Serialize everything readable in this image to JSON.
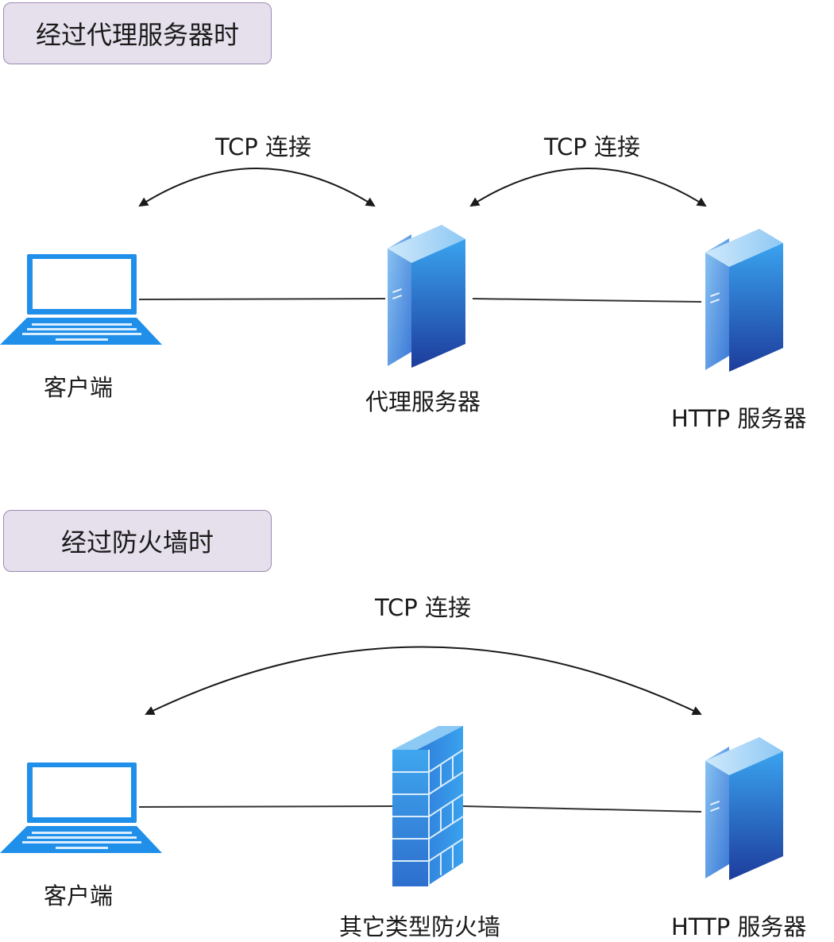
{
  "sections": [
    {
      "title": "经过代理服务器时",
      "connection_labels": [
        "TCP 连接",
        "TCP 连接"
      ],
      "nodes": {
        "client": "客户端",
        "middle": "代理服务器",
        "server": "HTTP 服务器"
      }
    },
    {
      "title": "经过防火墙时",
      "connection_labels": [
        "TCP 连接"
      ],
      "nodes": {
        "client": "客户端",
        "middle": "其它类型防火墙",
        "server": "HTTP 服务器"
      }
    }
  ],
  "colors": {
    "title_box_fill": "#e6e0ec",
    "title_box_border": "#9c88b3",
    "device_blue": "#1f8fea",
    "server_dark": "#1a3a9a",
    "line": "#333333"
  },
  "icons": [
    "laptop-icon",
    "server-icon",
    "firewall-icon"
  ]
}
